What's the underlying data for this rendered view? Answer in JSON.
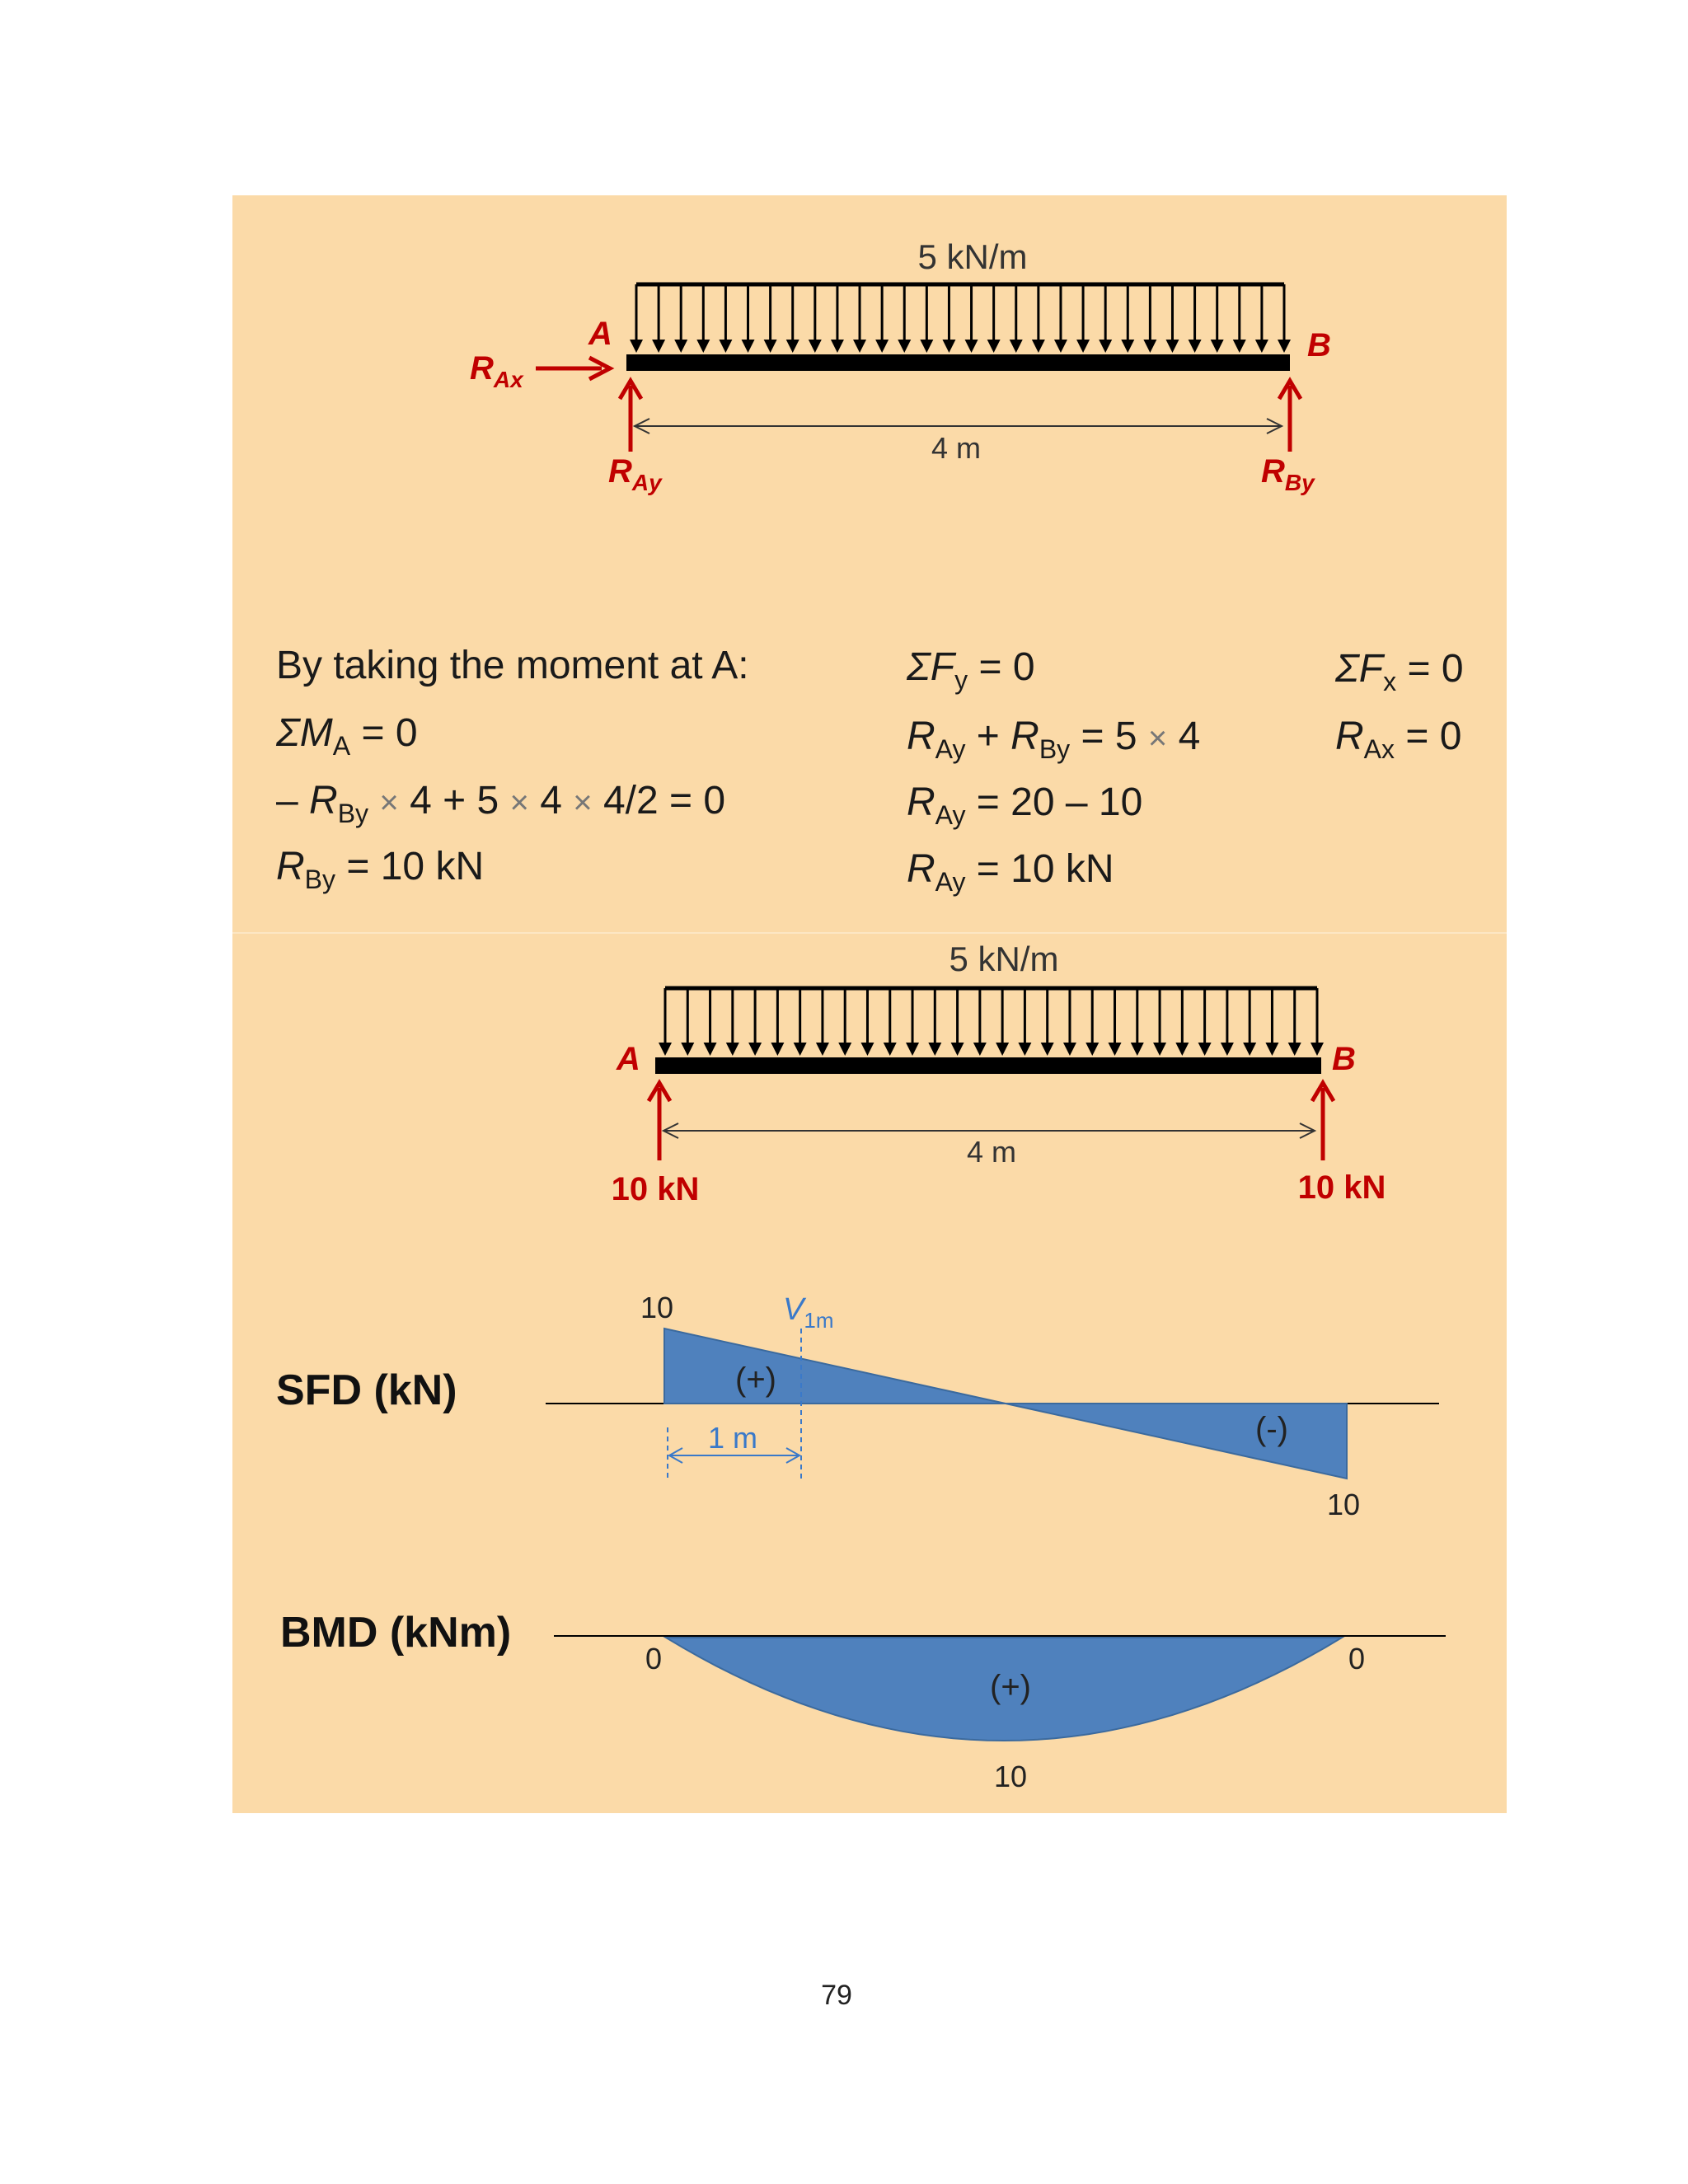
{
  "page_number": "79",
  "colors": {
    "panel_bg": "#fbdaa8",
    "reaction_red": "#c00000",
    "diagram_blue": "#4f81bd",
    "dim_blue": "#3a79c9",
    "black": "#000000"
  },
  "beam_top": {
    "load_label": "5 kN/m",
    "point_a": "A",
    "point_b": "B",
    "span_label": "4 m",
    "r_ax": {
      "main": "R",
      "sub": "Ax"
    },
    "r_ay": {
      "main": "R",
      "sub": "Ay"
    },
    "r_by": {
      "main": "R",
      "sub": "By"
    }
  },
  "equations": {
    "moment": {
      "heading": "By taking the moment at A:",
      "sum_lhs": "ΣM",
      "sum_sub": "A",
      "sum_rhs": " = 0",
      "eq_line": {
        "minus": "– ",
        "r": "R",
        "r_sub": "By",
        "t1": " 4 + 5 ",
        "t2": " 4 ",
        "t3": " 4/2 = 0",
        "times": "×"
      },
      "result": {
        "r": "R",
        "r_sub": "By",
        "rhs": " = 10 kN"
      }
    },
    "fy": {
      "sum": {
        "lhs": "ΣF",
        "sub": "y",
        "rhs": " = 0"
      },
      "line2": {
        "r1": "R",
        "s1": "Ay",
        "plus": " + ",
        "r2": "R",
        "s2": "By",
        "rhs_a": " = 5 ",
        "times": "×",
        "rhs_b": " 4"
      },
      "line3": {
        "r": "R",
        "s": "Ay",
        "rhs": " = 20 – 10"
      },
      "line4": {
        "r": "R",
        "s": "Ay",
        "rhs": " = 10 kN"
      }
    },
    "fx": {
      "sum": {
        "lhs": "ΣF",
        "sub": "x",
        "rhs": " = 0"
      },
      "line2": {
        "r": "R",
        "s": "Ax",
        "rhs": " = 0"
      }
    }
  },
  "beam_bottom": {
    "load_label": "5 kN/m",
    "point_a": "A",
    "point_b": "B",
    "span_label": "4 m",
    "reaction_a": "10 kN",
    "reaction_b": "10 kN"
  },
  "sfd": {
    "title": "SFD (kN)",
    "left_value": "10",
    "right_value": "10",
    "positive_sign": "(+)",
    "negative_sign": "(-)",
    "v_label": "V",
    "v_sub": "1m",
    "dim_label": "1 m",
    "shear_at_a": 10,
    "shear_at_b": -10,
    "span_m": 4
  },
  "bmd": {
    "title": "BMD (kNm)",
    "left_value": "0",
    "right_value": "0",
    "max_value": "10",
    "positive_sign": "(+)",
    "moment_max": 10,
    "span_m": 4
  }
}
